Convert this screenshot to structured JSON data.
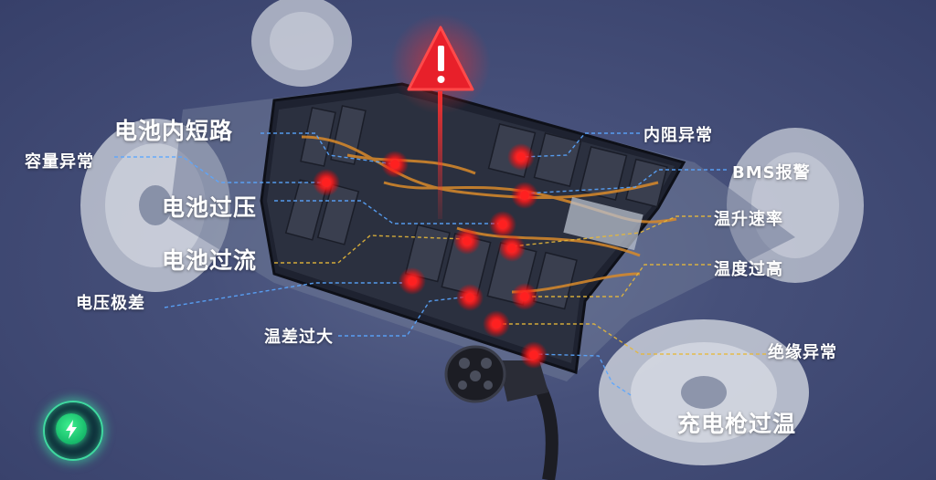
{
  "scene": {
    "warning_icon": "warning-triangle-icon",
    "charge_icon": "lightning-bolt-icon",
    "colors": {
      "background": "#3b4568",
      "hotspot": "#ff1a1a",
      "line_blue": "#5aa6ff",
      "line_yellow": "#e6b83a",
      "warning": "#e8202a",
      "charge_accent": "#3fd9a0"
    }
  },
  "labels": {
    "internal_short": "电池内短路",
    "capacity_abnormal": "容量异常",
    "overvoltage": "电池过压",
    "overcurrent": "电池过流",
    "voltage_diff": "电压极差",
    "temp_diff": "温差过大",
    "resistance_abnormal": "内阻异常",
    "bms_alarm": "BMS报警",
    "temp_rise_rate": "温升速率",
    "over_temp": "温度过高",
    "insulation_abnormal": "绝缘异常",
    "charger_over_temp": "充电枪过温"
  }
}
